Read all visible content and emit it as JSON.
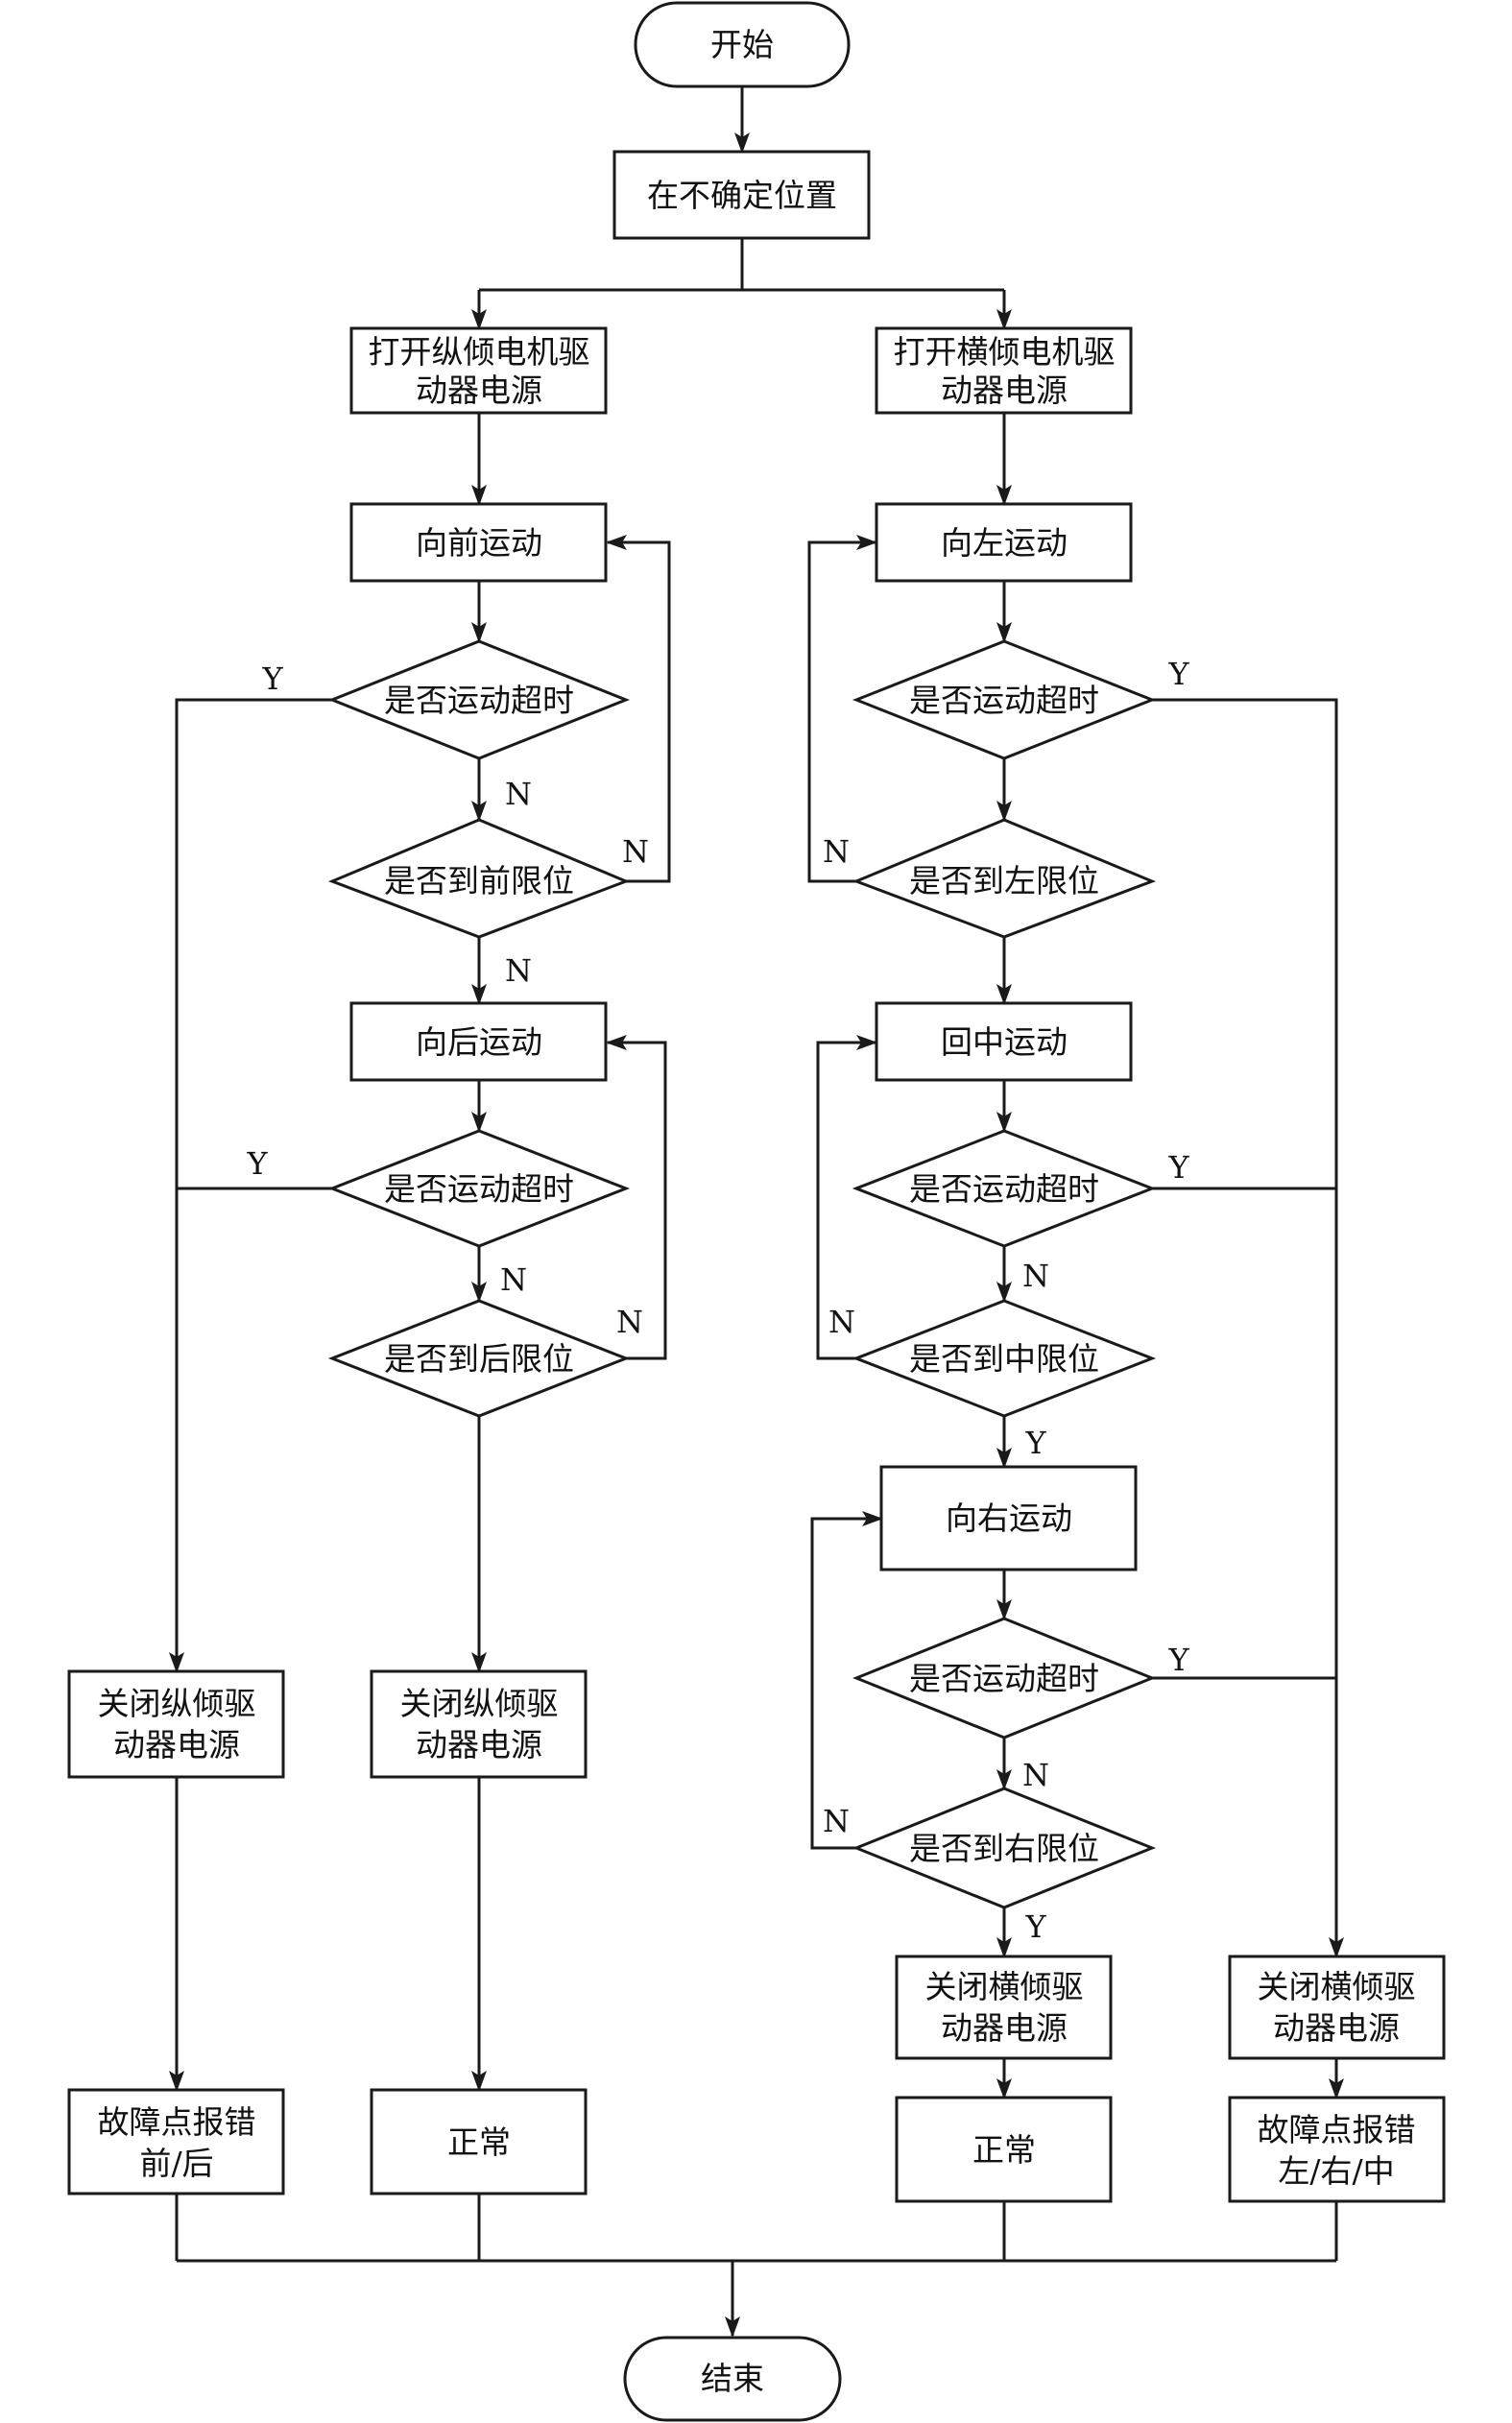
{
  "nodes": {
    "start": "开始",
    "uncertain_position": "在不确定位置",
    "open_pitch_power": [
      "打开纵倾电机驱",
      "动器电源"
    ],
    "open_roll_power": [
      "打开横倾电机驱",
      "动器电源"
    ],
    "move_forward": "向前运动",
    "move_left": "向左运动",
    "timeout_forward": "是否运动超时",
    "timeout_left": "是否运动超时",
    "limit_front": "是否到前限位",
    "limit_left": "是否到左限位",
    "move_backward": "向后运动",
    "move_center": "回中运动",
    "timeout_backward": "是否运动超时",
    "timeout_center": "是否运动超时",
    "limit_back": "是否到后限位",
    "limit_center": "是否到中限位",
    "move_right": "向右运动",
    "timeout_right": "是否运动超时",
    "limit_right": "是否到右限位",
    "close_pitch_power_fault": [
      "关闭纵倾驱",
      "动器电源"
    ],
    "close_pitch_power_ok": [
      "关闭纵倾驱",
      "动器电源"
    ],
    "close_roll_power_ok": [
      "关闭横倾驱",
      "动器电源"
    ],
    "close_roll_power_fault": [
      "关闭横倾驱",
      "动器电源"
    ],
    "fault_pitch": [
      "故障点报错",
      "前/后"
    ],
    "normal_pitch": "正常",
    "normal_roll": "正常",
    "fault_roll": [
      "故障点报错",
      "左/右/中"
    ],
    "end": "结束"
  },
  "edge_labels": {
    "yes": "Y",
    "no": "N"
  }
}
